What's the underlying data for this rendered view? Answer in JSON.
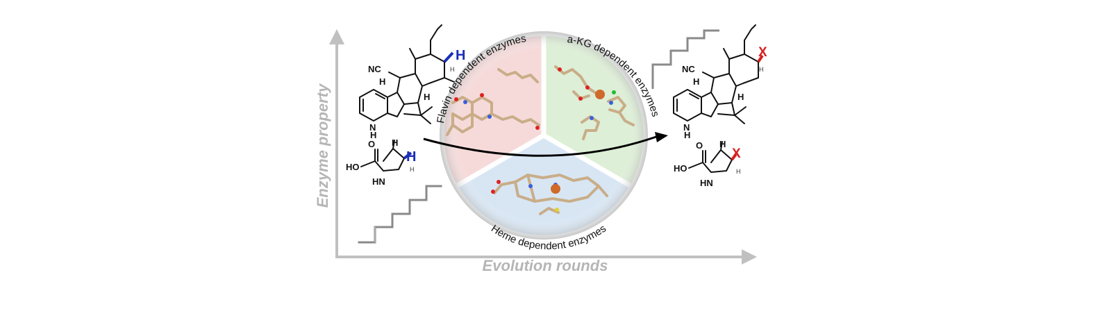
{
  "axes": {
    "x_label": "Evolution rounds",
    "y_label": "Enzyme property",
    "axis_color": "#c0c0c0"
  },
  "wheel": {
    "sectors": [
      {
        "label": "Flavin dependent enzymes",
        "color": "#f6dada"
      },
      {
        "label": "a-KG dependent enzymes",
        "color": "#ddefd6"
      },
      {
        "label": "Heme dependent enzymes",
        "color": "#d8e6f4"
      }
    ]
  },
  "molecules": {
    "substrate_atom": "H",
    "product_atom": "X",
    "substrate_atom_color": "#1a2fb8",
    "product_atom_color": "#d61f1f",
    "labels": {
      "nc": "NC",
      "h": "H",
      "nh": "N",
      "nh_h": "H",
      "ho": "HO",
      "o": "O",
      "hn": "HN"
    }
  },
  "arrow_color": "#000000"
}
